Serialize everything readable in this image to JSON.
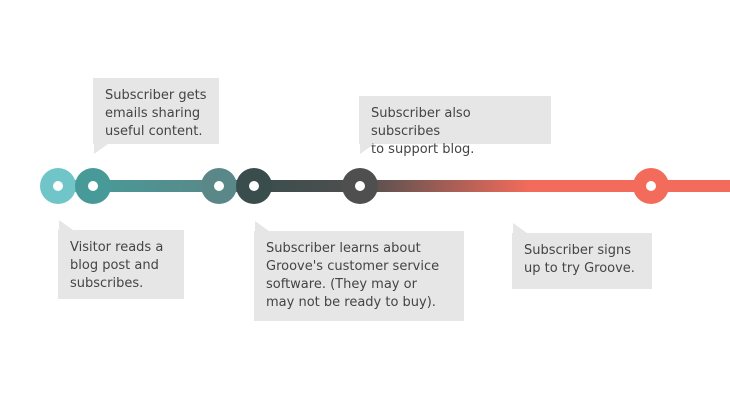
{
  "colors": {
    "teal_light": "#70c5c8",
    "teal": "#489a99",
    "teal_gray": "#5a8888",
    "dark_slate": "#3a4d4d",
    "dark_gray": "#4f4f4f",
    "coral": "#f26b5b",
    "callout_bg": "#e6e6e6",
    "callout_text": "#444444"
  },
  "callouts": [
    {
      "id": "visitor-reads",
      "text": "Visitor reads a\nblog post and\nsubscribes."
    },
    {
      "id": "emails-sharing",
      "text": "Subscriber gets\nemails sharing\nuseful content."
    },
    {
      "id": "learns-about",
      "text": "Subscriber learns about\nGroove's customer service\nsoftware. (They may or\nmay not be ready to buy)."
    },
    {
      "id": "also-subscribes",
      "text": "Subscriber also subscribes\nto support blog."
    },
    {
      "id": "signs-up",
      "text": "Subscriber signs\nup to try Groove."
    }
  ]
}
